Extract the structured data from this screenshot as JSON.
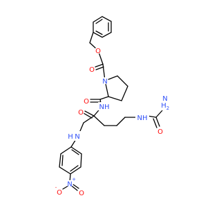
{
  "molecule": {
    "atom_colors": {
      "O": "#ff0d0d",
      "N": "#3050f8",
      "C": "#000000"
    },
    "labels": {
      "ester_o": "O",
      "carbamate_o": "O",
      "pro_n": "N",
      "amide_o_top": "O",
      "amide_nh": "NH",
      "amide_o_mid": "O",
      "arom_nh": "H",
      "arom_nh_n": "N",
      "urea_nh": "NH",
      "urea_nh2_h2": "H",
      "urea_nh2_n": "N",
      "urea_nh2_sub": "2",
      "urea_o": "O",
      "nitro_n": "N",
      "nitro_plus": "+",
      "nitro_o_left": "O",
      "nitro_minus": "-",
      "nitro_o_right": "O"
    }
  }
}
